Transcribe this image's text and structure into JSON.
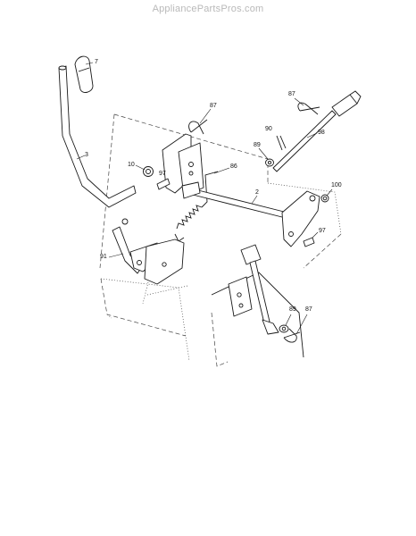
{
  "watermark": "AppliancePartsPros.com",
  "callouts": {
    "c7": "7",
    "c3": "3",
    "c87a": "87",
    "c87b": "87",
    "c87c": "87",
    "c90": "90",
    "c89a": "89",
    "c89b": "89",
    "c98": "98",
    "c10": "10",
    "c97a": "97",
    "c97b": "97",
    "c86": "86",
    "c2": "2",
    "c100": "100",
    "c91": "91"
  }
}
